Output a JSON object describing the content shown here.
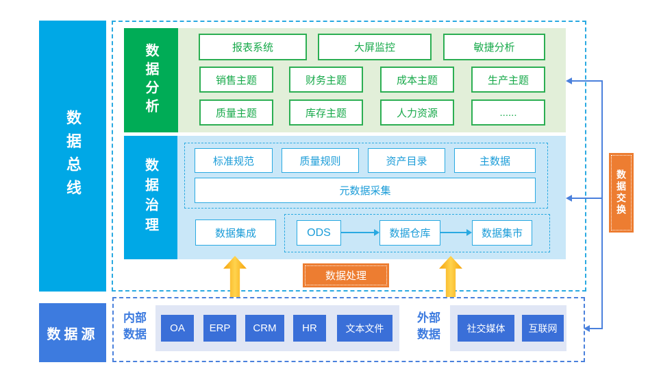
{
  "colors": {
    "cyan": "#00A8E6",
    "cyanb": "#29A9E1",
    "green": "#00AC56",
    "greenb": "#2BAE52",
    "greent": "#17A94A",
    "panel-green": "#E2EFD9",
    "panel-blue": "#C9E7F8",
    "boxtext": "#1B9CD8",
    "orange": "#ED7D31",
    "gold": "#FFB81C",
    "royal": "#4A80DC",
    "royalfill": "#3A6FD8",
    "royaltext": "#3D7BDF",
    "panel-lavender": "#E0E6F5"
  },
  "bus": {
    "label": "数据总线"
  },
  "analysis": {
    "label": "数据分析",
    "row1": [
      "报表系统",
      "大屏监控",
      "敏捷分析"
    ],
    "row2": [
      "销售主题",
      "财务主题",
      "成本主题",
      "生产主题"
    ],
    "row3": [
      "质量主题",
      "库存主题",
      "人力资源",
      "......"
    ]
  },
  "governance": {
    "label": "数据治理",
    "standards": [
      "标准规范",
      "质量规则",
      "资产目录",
      "主数据"
    ],
    "metadata": "元数据采集",
    "integration": "数据集成",
    "pipeline": [
      "ODS",
      "数据仓库",
      "数据集市"
    ]
  },
  "processing": {
    "label": "数据处理"
  },
  "exchange": {
    "label": "数据交换"
  },
  "source": {
    "label": "数据源",
    "internal_label": "内部数据",
    "internal_items": [
      "OA",
      "ERP",
      "CRM",
      "HR",
      "文本文件"
    ],
    "external_label": "外部数据",
    "external_items": [
      "社交媒体",
      "互联网"
    ]
  }
}
